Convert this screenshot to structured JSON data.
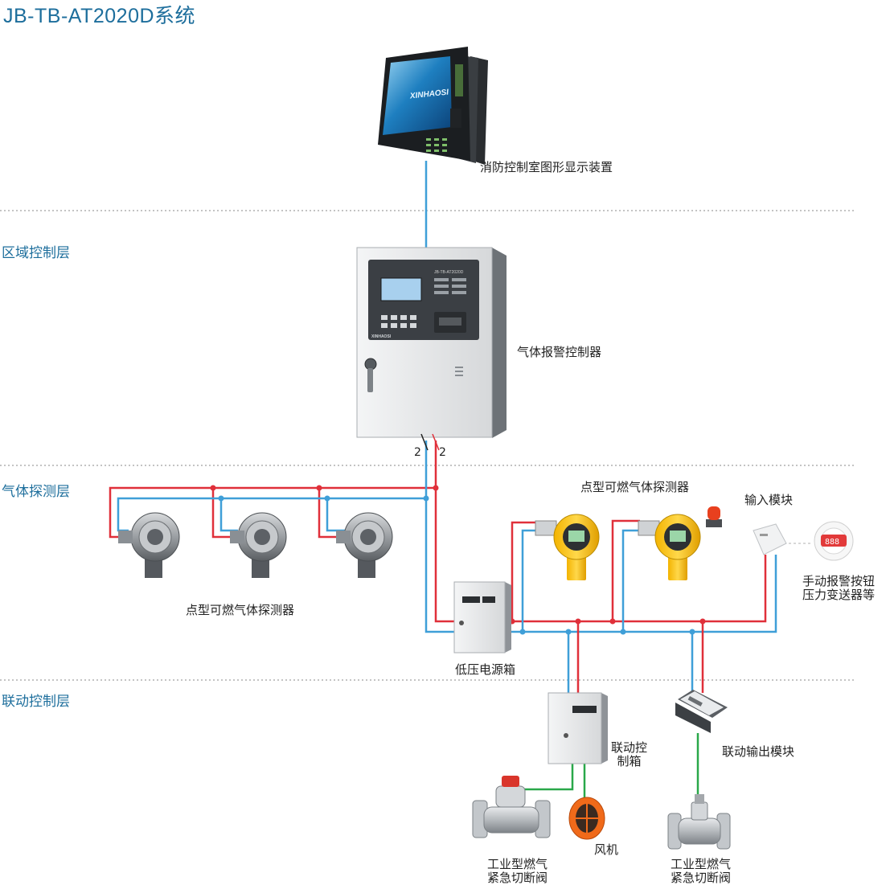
{
  "title": "JB-TB-AT2020D系统",
  "layers": {
    "zone": "区域控制层",
    "gas": "气体探测层",
    "linkage": "联动控制层"
  },
  "labels": {
    "fire_display": "消防控制室图形显示装置",
    "controller": "气体报警控制器",
    "bus_left_num": "2",
    "bus_right_num": "2",
    "detectors_left": "点型可燃气体探测器",
    "detectors_right": "点型可燃气体探测器",
    "input_module": "输入模块",
    "manual_alarm_line1": "手动报警按钮",
    "manual_alarm_line2": "压力变送器等",
    "low_voltage_box": "低压电源箱",
    "linkage_box_line1": "联动控",
    "linkage_box_line2": "制箱",
    "linkage_output": "联动输出模块",
    "fan": "风机",
    "valve_left_line1": "工业型燃气",
    "valve_left_line2": "紧急切断阀",
    "valve_right_line1": "工业型燃气",
    "valve_right_line2": "紧急切断阀"
  },
  "device_text": {
    "monitor_brand": "XINHAOSI",
    "controller_model": "JB-TB-AT2020D",
    "controller_brand": "XINHAOSI",
    "input_panel_digits": "888"
  },
  "colors": {
    "red_line": "#e0303a",
    "blue_line": "#3f9fd8",
    "green_line": "#2aa84a",
    "accent": "#1d6e9c",
    "divider": "#8a8a8a"
  }
}
